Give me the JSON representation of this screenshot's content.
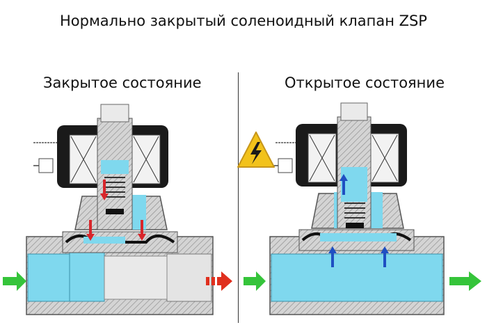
{
  "title": "Нормально закрытый соленоидный клапан ZSP",
  "closed_state_label": "Закрытое состояние",
  "open_state_label": "Открытое состояние",
  "colors": {
    "water": "#7fd8ee",
    "metal": "#c9c9c9",
    "coil_housing": "#1a1a1a",
    "flow_in": "#35c43a",
    "flow_blocked": "#e0301e",
    "flow_open": "#35c43a",
    "pressure_down": "#d8262b",
    "pressure_up": "#1f4fc2",
    "warning": "#f2c21b"
  },
  "icons": [
    "warning-high-voltage-icon",
    "flow-arrow-icon"
  ]
}
